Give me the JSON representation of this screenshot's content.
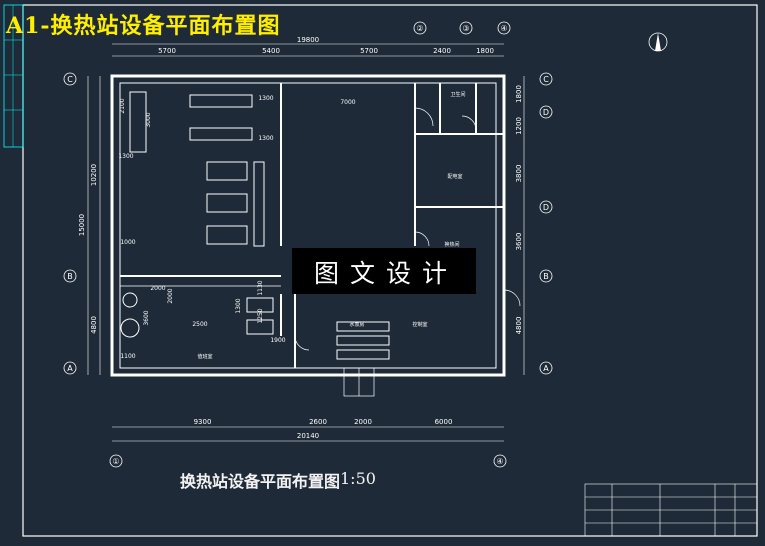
{
  "heading": "A1-换热站设备平面布置图",
  "subtitle": "换热站设备平面布置图",
  "scale": "1:50",
  "watermark": "图文设计",
  "dims_top": [
    "5700",
    "5400",
    "5700",
    "2400",
    "1800",
    "19800"
  ],
  "dims_bottom": [
    "9300",
    "2600",
    "2000",
    "6000",
    "20140"
  ],
  "dims_left": [
    "15000",
    "10200",
    "4800"
  ],
  "dims_right": [
    "1800",
    "1200",
    "3800",
    "3600",
    "4800"
  ],
  "axis_top": [
    "②",
    "③",
    "④"
  ],
  "axis_bottom": [
    "①",
    "④"
  ],
  "axis_side": [
    "C",
    "D",
    "B",
    "A"
  ],
  "room_dims": [
    "7000",
    "2100",
    "3000",
    "1300",
    "1300",
    "1300",
    "1000",
    "2000",
    "2000",
    "2500",
    "3600",
    "1130",
    "1250",
    "1300",
    "1900",
    "1100"
  ],
  "room_labels": [
    "配电室",
    "值班室",
    "水泵房",
    "控制室",
    "卫生间",
    "换热间"
  ],
  "colors": {
    "background": "#1e2a37",
    "wall": "#ffffff",
    "dim": "#ffffff",
    "heading": "#ffee00",
    "cyan": "#00ffff"
  }
}
